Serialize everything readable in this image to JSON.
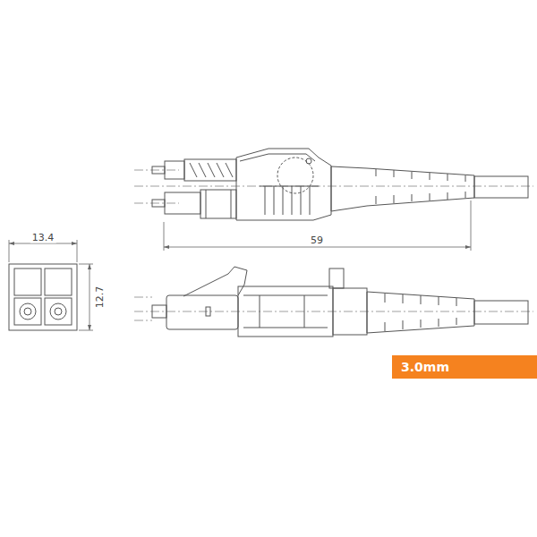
{
  "diagram": {
    "nodes": [
      {
        "text": [
          "3.0mm"
        ]
      }
    ],
    "labels": [
      "13.4",
      "12.7",
      "59"
    ]
  }
}
